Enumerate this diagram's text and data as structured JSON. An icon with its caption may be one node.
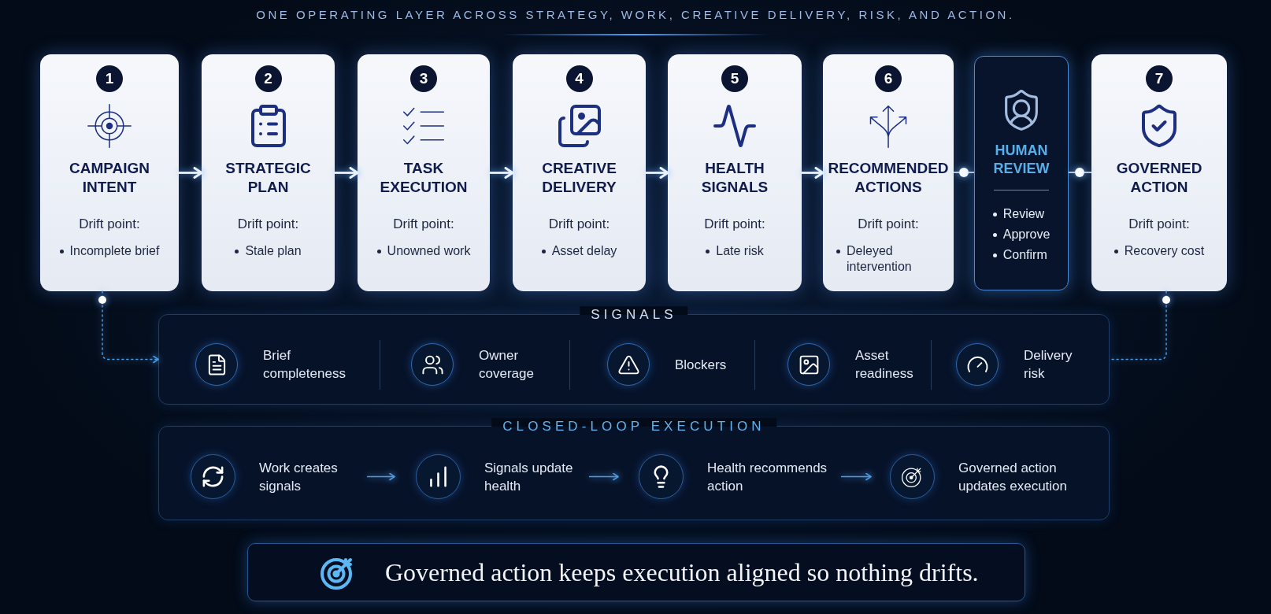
{
  "diagram": {
    "title": "ONE OPERATING LAYER ACROSS STRATEGY, WORK, CREATIVE DELIVERY, RISK, AND ACTION.",
    "nodes": [
      {
        "text": [
          "1",
          "CAMPAIGN INTENT",
          "Drift point:",
          "Incomplete brief"
        ]
      },
      {
        "text": [
          "2",
          "STRATEGIC PLAN",
          "Drift point:",
          "Stale plan"
        ]
      },
      {
        "text": [
          "3",
          "TASK EXECUTION",
          "Drift point:",
          "Unowned work"
        ]
      },
      {
        "text": [
          "4",
          "CREATIVE DELIVERY",
          "Drift point:",
          "Asset delay"
        ]
      },
      {
        "text": [
          "5",
          "HEALTH SIGNALS",
          "Drift point:",
          "Late risk"
        ]
      },
      {
        "text": [
          "6",
          "RECOMMENDED ACTIONS",
          "Drift point:",
          "Deleyed intervention"
        ]
      },
      {
        "text": [],
        "shape": "circle"
      },
      {
        "text": [
          "HUMAN REVIEW",
          "Review",
          "Approve",
          "Confirm"
        ]
      },
      {
        "text": [],
        "shape": "circle"
      },
      {
        "text": [
          "7",
          "GOVERNED ACTION",
          "Drift point:",
          "Recovery cost"
        ]
      },
      {
        "text": [
          "SIGNALS"
        ]
      },
      {
        "text": [
          "Brief completeness"
        ],
        "in": 10
      },
      {
        "text": [
          "Owner coverage"
        ],
        "in": 10
      },
      {
        "text": [
          "Blockers"
        ],
        "in": 10
      },
      {
        "text": [
          "Asset readiness"
        ],
        "in": 10
      },
      {
        "text": [
          "Delivery risk"
        ],
        "in": 10
      },
      {
        "text": [
          "CLOSED-LOOP EXECUTION"
        ]
      },
      {
        "text": [
          "Work creates signals"
        ],
        "in": 16
      },
      {
        "text": [
          "Signals update health"
        ],
        "in": 16
      },
      {
        "text": [
          "Health recommends action"
        ],
        "in": 16
      },
      {
        "text": [
          "Governed action updates execution"
        ],
        "in": 16
      },
      {
        "text": [
          "Governed action keeps execution aligned so nothing drifts."
        ]
      }
    ],
    "edges": [
      {
        "from": 0,
        "to": 1,
        "arrow": "to"
      },
      {
        "from": 1,
        "to": 2,
        "arrow": "to"
      },
      {
        "from": 2,
        "to": 3,
        "arrow": "to"
      },
      {
        "from": 3,
        "to": 4,
        "arrow": "to"
      },
      {
        "from": 4,
        "to": 5,
        "arrow": "to"
      },
      {
        "from": 5,
        "to": 6,
        "arrow": "none"
      },
      {
        "from": 6,
        "to": 7,
        "arrow": "none"
      },
      {
        "from": 7,
        "to": 8,
        "arrow": "none"
      },
      {
        "from": 8,
        "to": 9,
        "arrow": "none"
      },
      {
        "from": 0,
        "to": 10,
        "arrow": "to",
        "style": "dashed",
        "color": "#4a9be0"
      },
      {
        "from": 9,
        "to": 10,
        "arrow": "other",
        "style": "dashed",
        "color": "#4a9be0"
      },
      {
        "from": 17,
        "to": 18,
        "arrow": "to",
        "color": "#4a9be0"
      },
      {
        "from": 18,
        "to": 19,
        "arrow": "to",
        "color": "#4a9be0"
      },
      {
        "from": 19,
        "to": 20,
        "arrow": "to",
        "color": "#4a9be0"
      }
    ]
  }
}
